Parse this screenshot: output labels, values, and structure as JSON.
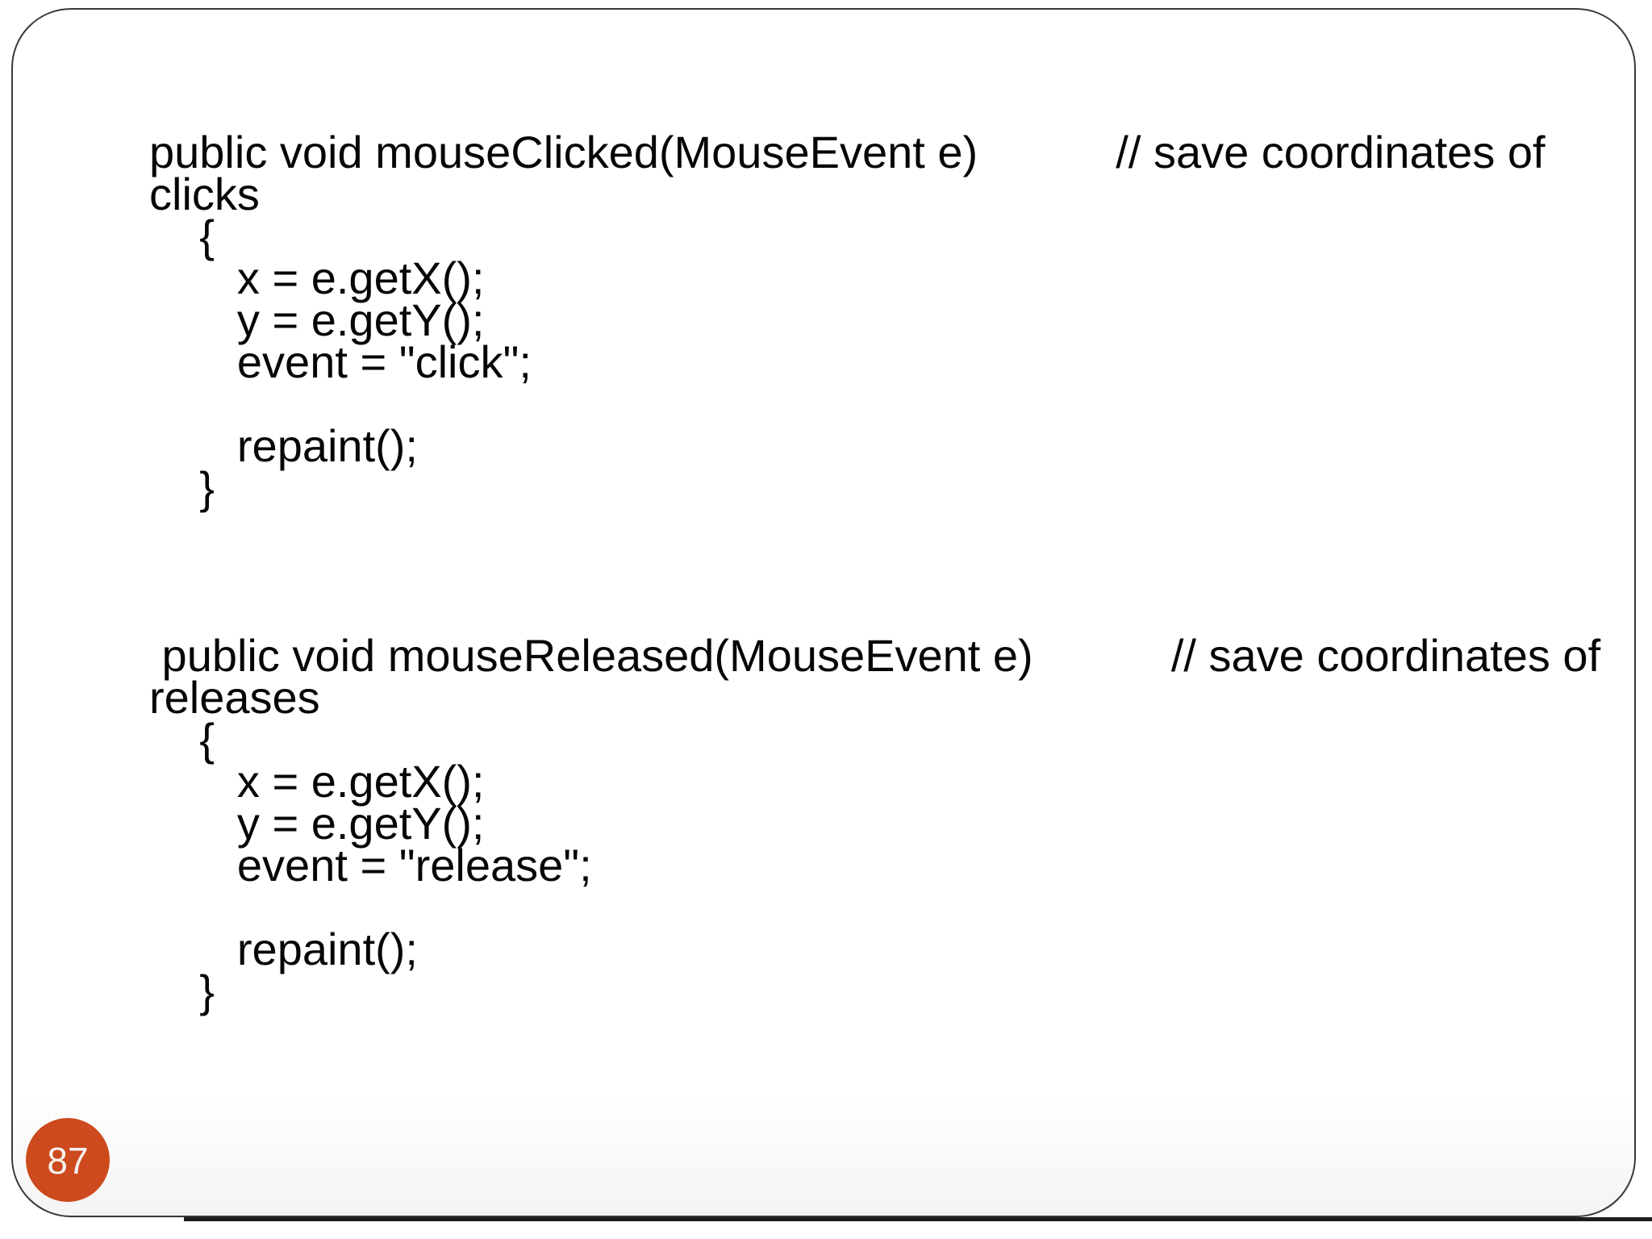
{
  "slide": {
    "page_number": "87",
    "colors": {
      "background": "#ffffff",
      "frame": "#3a3a3a",
      "bottom_line": "#1d1d1d",
      "text": "#060606",
      "badge": "#cc4a1d",
      "badge_text": "#f5f1ee"
    },
    "code_blocks": [
      "public void mouseClicked(MouseEvent e)           // save coordinates of\nclicks\n    {\n       x = e.getX();\n       y = e.getY();\n       event = \"click\";\n\n       repaint();\n    }",
      " public void mouseReleased(MouseEvent e)           // save coordinates of\nreleases\n    {\n       x = e.getX();\n       y = e.getY();\n       event = \"release\";\n\n       repaint();\n    }"
    ]
  }
}
